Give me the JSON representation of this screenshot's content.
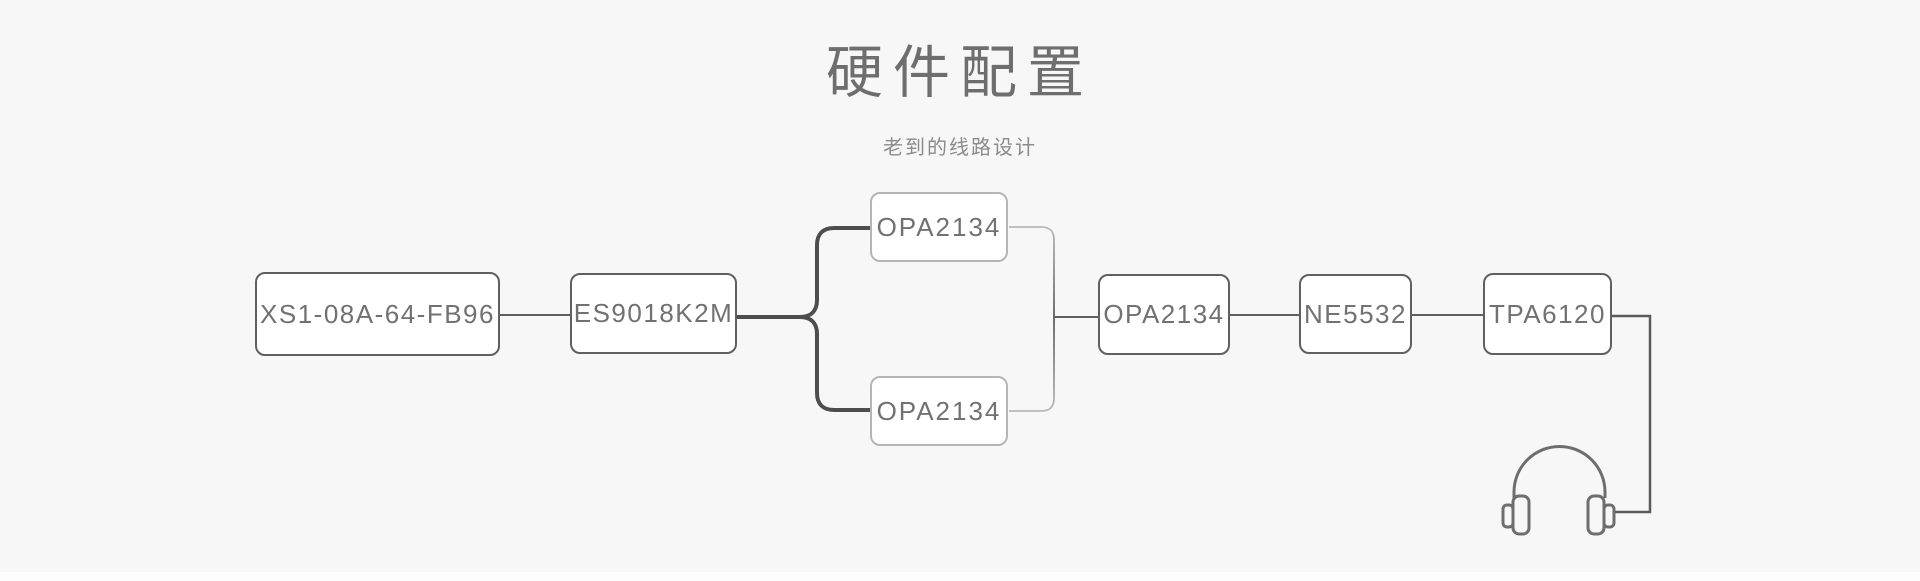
{
  "page": {
    "title": "硬件配置",
    "subtitle": "老到的线路设计"
  },
  "diagram": {
    "nodes": [
      {
        "id": "source",
        "label": "XS1-08A-64-FB96"
      },
      {
        "id": "dac",
        "label": "ES9018K2M"
      },
      {
        "id": "opamp-top",
        "label": "OPA2134"
      },
      {
        "id": "opamp-bottom",
        "label": "OPA2134"
      },
      {
        "id": "opamp-main",
        "label": "OPA2134"
      },
      {
        "id": "buffer",
        "label": "NE5532"
      },
      {
        "id": "headphone-amp",
        "label": "TPA6120"
      }
    ],
    "output_icon": "headphones-icon",
    "colors": {
      "background": "#f7f7f7",
      "node_background": "#ffffff",
      "node_border_main": "#606060",
      "node_border_branch": "#b5b5b5",
      "node_text": "#717171",
      "title_text": "#6e6e6e",
      "subtitle_text": "#8b8b8b",
      "wire_main": "#5f5f5f",
      "wire_fork": "#4d4d4d",
      "wire_merge_light": "#b8b8b8",
      "headphone_icon": "#6e6e6e"
    }
  }
}
